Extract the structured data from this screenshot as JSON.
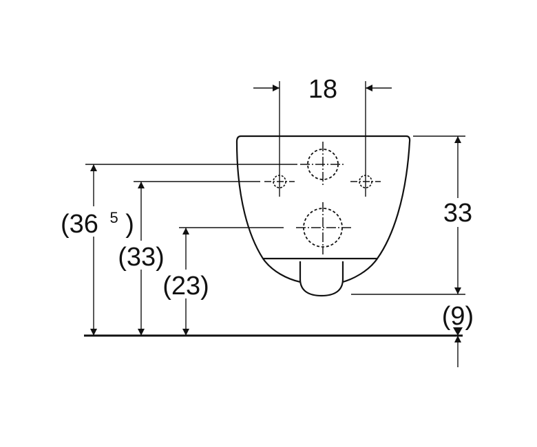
{
  "dimensions": {
    "width_spacing": "18",
    "height_right": "33",
    "bottom_offset": "(9)",
    "left_outer_main": "(36",
    "left_outer_sup": "5",
    "left_outer_close": ")",
    "left_middle": "(33)",
    "left_inner": "(23)"
  },
  "colors": {
    "line": "#111111",
    "background": "#ffffff"
  }
}
